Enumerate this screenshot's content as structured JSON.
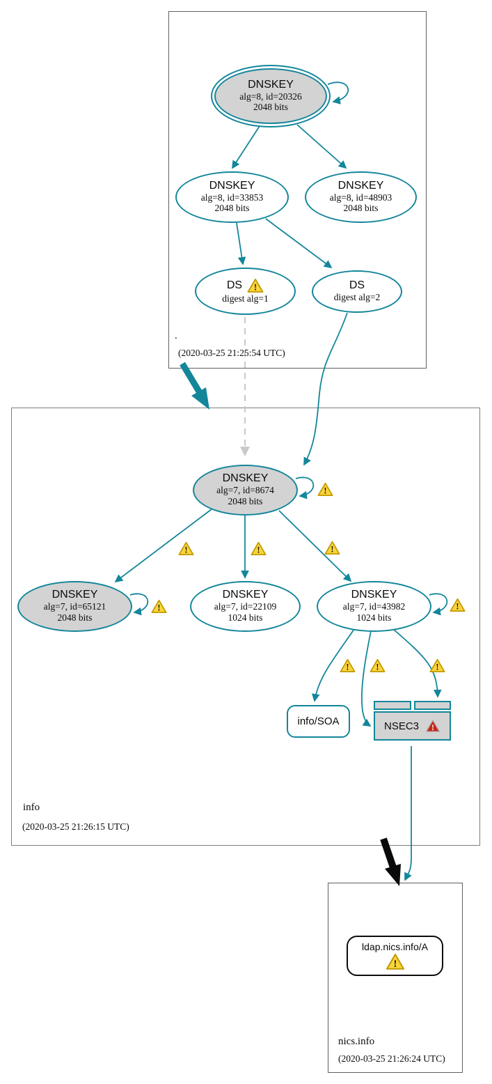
{
  "colors": {
    "secure_edge": "#13869a",
    "node_fill_gray": "#d3d3d3",
    "warning_fill": "#f9d43a",
    "warning_border": "#c29a00",
    "error_fill": "#c5281c",
    "insecure_dashed": "#c9c9c9"
  },
  "zones": {
    "root": {
      "label": ".",
      "timestamp": "(2020-03-25 21:25:54 UTC)",
      "nodes": {
        "ksk": {
          "title": "DNSKEY",
          "detail1": "alg=8, id=20326",
          "detail2": "2048 bits"
        },
        "zsk_33853": {
          "title": "DNSKEY",
          "detail1": "alg=8, id=33853",
          "detail2": "2048 bits"
        },
        "zsk_48903": {
          "title": "DNSKEY",
          "detail1": "alg=8, id=48903",
          "detail2": "2048 bits"
        },
        "ds_1": {
          "title": "DS",
          "detail1": "digest alg=1"
        },
        "ds_2": {
          "title": "DS",
          "detail1": "digest alg=2"
        }
      }
    },
    "info": {
      "label": "info",
      "timestamp": "(2020-03-25 21:26:15 UTC)",
      "nodes": {
        "ksk_8674": {
          "title": "DNSKEY",
          "detail1": "alg=7, id=8674",
          "detail2": "2048 bits"
        },
        "key_65121": {
          "title": "DNSKEY",
          "detail1": "alg=7, id=65121",
          "detail2": "2048 bits"
        },
        "key_22109": {
          "title": "DNSKEY",
          "detail1": "alg=7, id=22109",
          "detail2": "1024 bits"
        },
        "key_43982": {
          "title": "DNSKEY",
          "detail1": "alg=7, id=43982",
          "detail2": "1024 bits"
        },
        "soa": {
          "label": "info/SOA"
        },
        "nsec3": {
          "label": "NSEC3"
        }
      }
    },
    "nics_info": {
      "label": "nics.info",
      "timestamp": "(2020-03-25 21:26:24 UTC)",
      "nodes": {
        "ldap_a": {
          "label": "ldap.nics.info/A"
        }
      }
    }
  }
}
